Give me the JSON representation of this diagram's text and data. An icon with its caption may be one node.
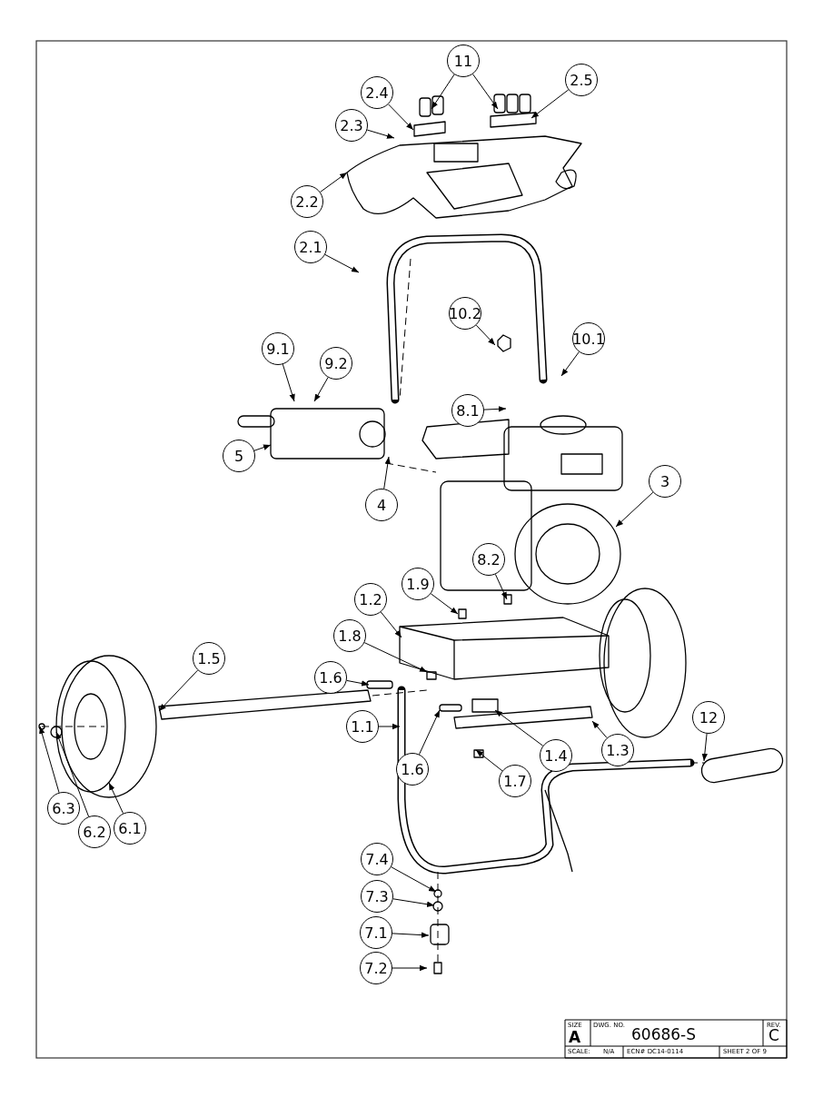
{
  "diagram": {
    "nodes": [
      {
        "text": [
          "11"
        ]
      },
      {
        "text": [
          "2.4"
        ]
      },
      {
        "text": [
          "2.5"
        ]
      },
      {
        "text": [
          "2.3"
        ]
      },
      {
        "text": [
          "2.2"
        ]
      },
      {
        "text": [
          "2.1"
        ]
      },
      {
        "text": [
          "10.2"
        ]
      },
      {
        "text": [
          "10.1"
        ]
      },
      {
        "text": [
          "9.1"
        ]
      },
      {
        "text": [
          "9.2"
        ]
      },
      {
        "text": [
          "8.1"
        ]
      },
      {
        "text": [
          "5"
        ]
      },
      {
        "text": [
          "3"
        ]
      },
      {
        "text": [
          "4"
        ]
      },
      {
        "text": [
          "1.2"
        ]
      },
      {
        "text": [
          "1.9"
        ]
      },
      {
        "text": [
          "8.2"
        ]
      },
      {
        "text": [
          "1.5"
        ]
      },
      {
        "text": [
          "1.8"
        ]
      },
      {
        "text": [
          "1.6"
        ]
      },
      {
        "text": [
          "1.1"
        ]
      },
      {
        "text": [
          "12"
        ]
      },
      {
        "text": [
          "1.6"
        ]
      },
      {
        "text": [
          "1.4"
        ]
      },
      {
        "text": [
          "1.3"
        ]
      },
      {
        "text": [
          "1.7"
        ]
      },
      {
        "text": [
          "6.3"
        ]
      },
      {
        "text": [
          "6.2"
        ]
      },
      {
        "text": [
          "6.1"
        ]
      },
      {
        "text": [
          "7.4"
        ]
      },
      {
        "text": [
          "7.3"
        ]
      },
      {
        "text": [
          "7.1"
        ]
      },
      {
        "text": [
          "7.2"
        ]
      }
    ],
    "edges": [
      {
        "from": 0,
        "to": null,
        "arrow": "to"
      },
      {
        "from": 0,
        "to": null,
        "arrow": "to"
      },
      {
        "from": 1,
        "to": null,
        "arrow": "to"
      },
      {
        "from": 2,
        "to": null,
        "arrow": "to"
      },
      {
        "from": 3,
        "to": null,
        "arrow": "to"
      },
      {
        "from": 4,
        "to": null,
        "arrow": "to"
      },
      {
        "from": 5,
        "to": null,
        "arrow": "to"
      },
      {
        "from": 6,
        "to": null,
        "arrow": "to"
      },
      {
        "from": 7,
        "to": null,
        "arrow": "to"
      },
      {
        "from": 8,
        "to": null,
        "arrow": "to"
      },
      {
        "from": 9,
        "to": null,
        "arrow": "to"
      },
      {
        "from": 10,
        "to": null,
        "arrow": "to"
      },
      {
        "from": 11,
        "to": null,
        "arrow": "to"
      },
      {
        "from": 12,
        "to": null,
        "arrow": "to"
      },
      {
        "from": 13,
        "to": null,
        "arrow": "to"
      },
      {
        "from": 14,
        "to": null,
        "arrow": "to"
      },
      {
        "from": 15,
        "to": null,
        "arrow": "to"
      },
      {
        "from": 16,
        "to": null,
        "arrow": "to"
      },
      {
        "from": 17,
        "to": null,
        "arrow": "to"
      },
      {
        "from": 18,
        "to": null,
        "arrow": "to"
      },
      {
        "from": 19,
        "to": null,
        "arrow": "to"
      },
      {
        "from": 20,
        "to": null,
        "arrow": "to"
      },
      {
        "from": 21,
        "to": null,
        "arrow": "to"
      },
      {
        "from": 22,
        "to": null,
        "arrow": "to"
      },
      {
        "from": 23,
        "to": null,
        "arrow": "to"
      },
      {
        "from": 24,
        "to": null,
        "arrow": "to"
      },
      {
        "from": 25,
        "to": null,
        "arrow": "to"
      },
      {
        "from": 26,
        "to": null,
        "arrow": "to"
      },
      {
        "from": 27,
        "to": null,
        "arrow": "to"
      },
      {
        "from": 28,
        "to": null,
        "arrow": "to"
      },
      {
        "from": 29,
        "to": null,
        "arrow": "to"
      },
      {
        "from": 30,
        "to": null,
        "arrow": "to"
      },
      {
        "from": 31,
        "to": null,
        "arrow": "to"
      },
      {
        "from": 32,
        "to": null,
        "arrow": "to"
      }
    ],
    "labels": [
      "SIZE",
      "A",
      "DWG. NO.",
      "60686-S",
      "REV.",
      "C",
      "SCALE:",
      "N/A",
      "ECN# DC14-0114",
      "SHEET 2 OF 9"
    ]
  }
}
